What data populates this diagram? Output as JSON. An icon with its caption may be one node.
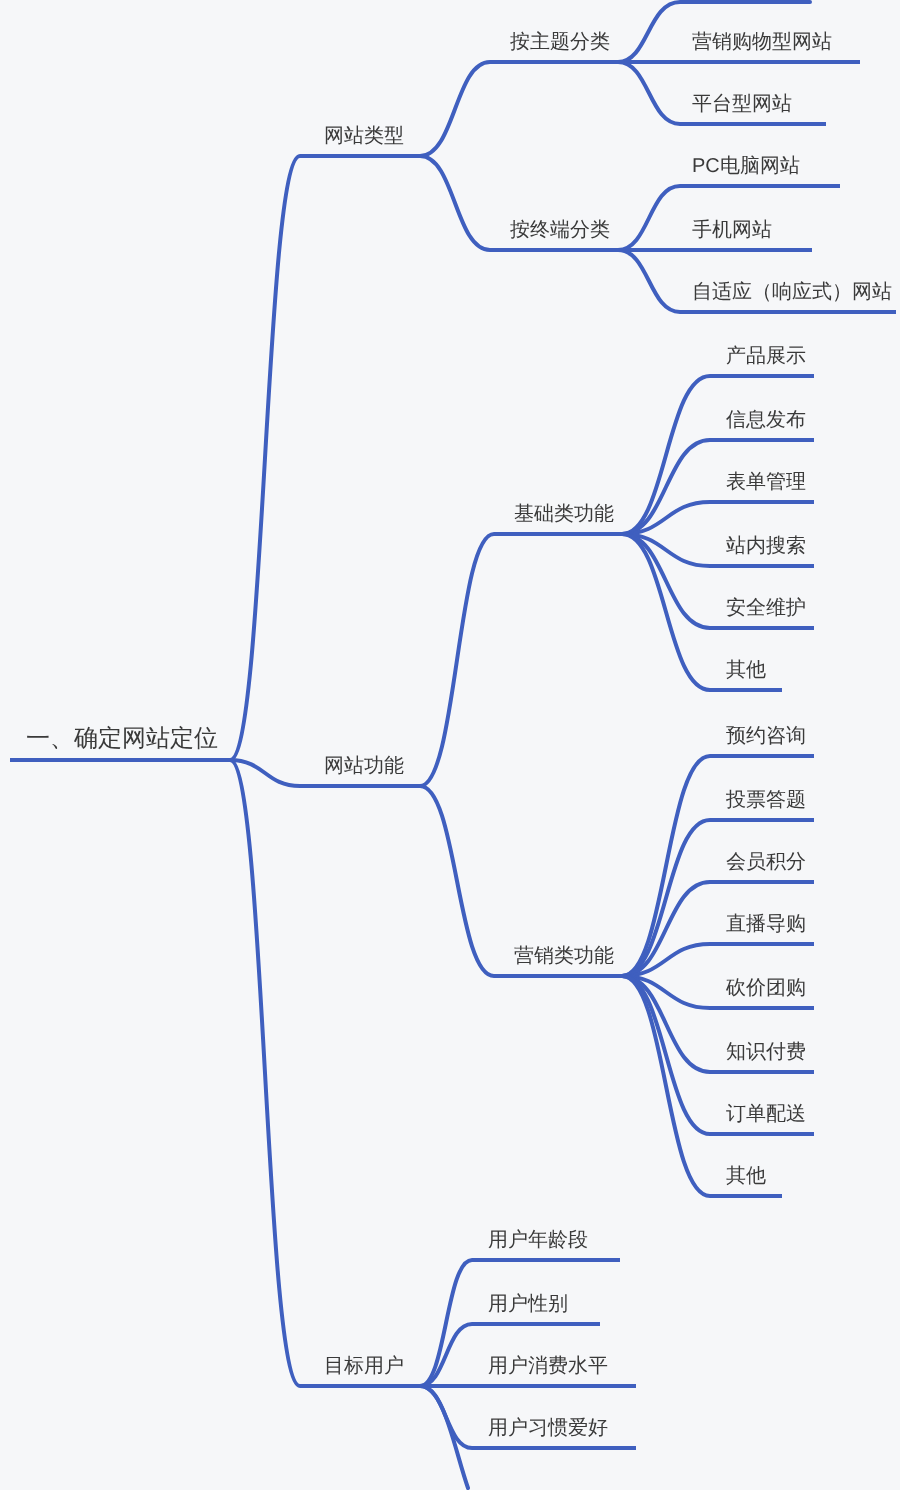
{
  "diagram": {
    "nodes": [
      {
        "text": [
          "一、确定网站定位"
        ]
      },
      {
        "text": [
          "网站类型"
        ]
      },
      {
        "text": [
          "按主题分类"
        ]
      },
      {
        "text": [
          "营销购物型网站"
        ]
      },
      {
        "text": [
          "平台型网站"
        ]
      },
      {
        "text": [
          "按终端分类"
        ]
      },
      {
        "text": [
          "PC电脑网站"
        ]
      },
      {
        "text": [
          "手机网站"
        ]
      },
      {
        "text": [
          "自适应（响应式）网站"
        ]
      },
      {
        "text": [
          "网站功能"
        ]
      },
      {
        "text": [
          "基础类功能"
        ]
      },
      {
        "text": [
          "产品展示"
        ]
      },
      {
        "text": [
          "信息发布"
        ]
      },
      {
        "text": [
          "表单管理"
        ]
      },
      {
        "text": [
          "站内搜索"
        ]
      },
      {
        "text": [
          "安全维护"
        ]
      },
      {
        "text": [
          "其他"
        ]
      },
      {
        "text": [
          "营销类功能"
        ]
      },
      {
        "text": [
          "预约咨询"
        ]
      },
      {
        "text": [
          "投票答题"
        ]
      },
      {
        "text": [
          "会员积分"
        ]
      },
      {
        "text": [
          "直播导购"
        ]
      },
      {
        "text": [
          "砍价团购"
        ]
      },
      {
        "text": [
          "知识付费"
        ]
      },
      {
        "text": [
          "订单配送"
        ]
      },
      {
        "text": [
          "其他"
        ]
      },
      {
        "text": [
          "目标用户"
        ]
      },
      {
        "text": [
          "用户年龄段"
        ]
      },
      {
        "text": [
          "用户性别"
        ]
      },
      {
        "text": [
          "用户消费水平"
        ]
      },
      {
        "text": [
          "用户习惯爱好"
        ]
      }
    ],
    "edges": [
      {
        "from": 0,
        "to": 1,
        "arrow": "none"
      },
      {
        "from": 0,
        "to": 9,
        "arrow": "none"
      },
      {
        "from": 0,
        "to": 26,
        "arrow": "none"
      },
      {
        "from": 1,
        "to": 2,
        "arrow": "none"
      },
      {
        "from": 1,
        "to": 5,
        "arrow": "none"
      },
      {
        "from": 2,
        "to": null,
        "arrow": "none"
      },
      {
        "from": 2,
        "to": 3,
        "arrow": "none"
      },
      {
        "from": 2,
        "to": 4,
        "arrow": "none"
      },
      {
        "from": 5,
        "to": 6,
        "arrow": "none"
      },
      {
        "from": 5,
        "to": 7,
        "arrow": "none"
      },
      {
        "from": 5,
        "to": 8,
        "arrow": "none"
      },
      {
        "from": 9,
        "to": 10,
        "arrow": "none"
      },
      {
        "from": 9,
        "to": 17,
        "arrow": "none"
      },
      {
        "from": 10,
        "to": 11,
        "arrow": "none"
      },
      {
        "from": 10,
        "to": 12,
        "arrow": "none"
      },
      {
        "from": 10,
        "to": 13,
        "arrow": "none"
      },
      {
        "from": 10,
        "to": 14,
        "arrow": "none"
      },
      {
        "from": 10,
        "to": 15,
        "arrow": "none"
      },
      {
        "from": 10,
        "to": 16,
        "arrow": "none"
      },
      {
        "from": 17,
        "to": 18,
        "arrow": "none"
      },
      {
        "from": 17,
        "to": 19,
        "arrow": "none"
      },
      {
        "from": 17,
        "to": 20,
        "arrow": "none"
      },
      {
        "from": 17,
        "to": 21,
        "arrow": "none"
      },
      {
        "from": 17,
        "to": 22,
        "arrow": "none"
      },
      {
        "from": 17,
        "to": 23,
        "arrow": "none"
      },
      {
        "from": 17,
        "to": 24,
        "arrow": "none"
      },
      {
        "from": 17,
        "to": 25,
        "arrow": "none"
      },
      {
        "from": 26,
        "to": 27,
        "arrow": "none"
      },
      {
        "from": 26,
        "to": 28,
        "arrow": "none"
      },
      {
        "from": 26,
        "to": 29,
        "arrow": "none"
      },
      {
        "from": 26,
        "to": 30,
        "arrow": "none"
      },
      {
        "from": 26,
        "to": null,
        "arrow": "none"
      }
    ]
  }
}
